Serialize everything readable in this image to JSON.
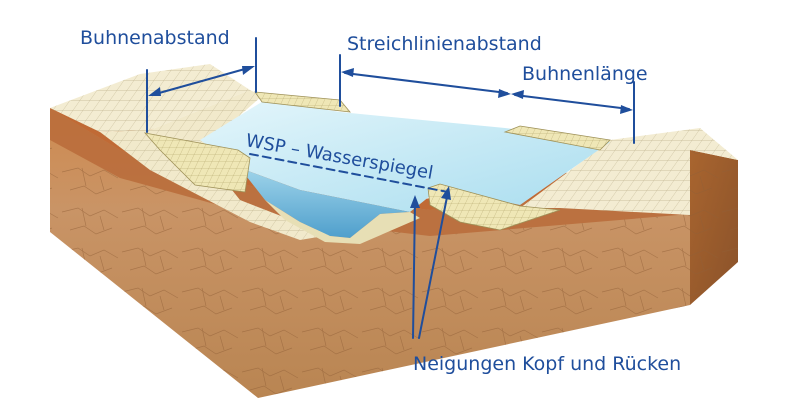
{
  "labels": {
    "groyne_spacing": "Buhnenabstand",
    "training_line_spacing": "Streichlinienabstand",
    "groyne_length": "Buhnenlänge",
    "water_level": "WSP – Wasserspiegel",
    "slopes": "Neigungen Kopf und Rücken"
  },
  "colors": {
    "annotation": "#1f4e9c",
    "water_light": "#bfe6f2",
    "water_deep": "#7cc3e1",
    "groyne_stone": "#efe7b6",
    "bank_paving": "#f3ecd2",
    "topsoil": "#c8713a",
    "subsoil": "#c99a6a",
    "soil_dark": "#9a5a2e"
  }
}
